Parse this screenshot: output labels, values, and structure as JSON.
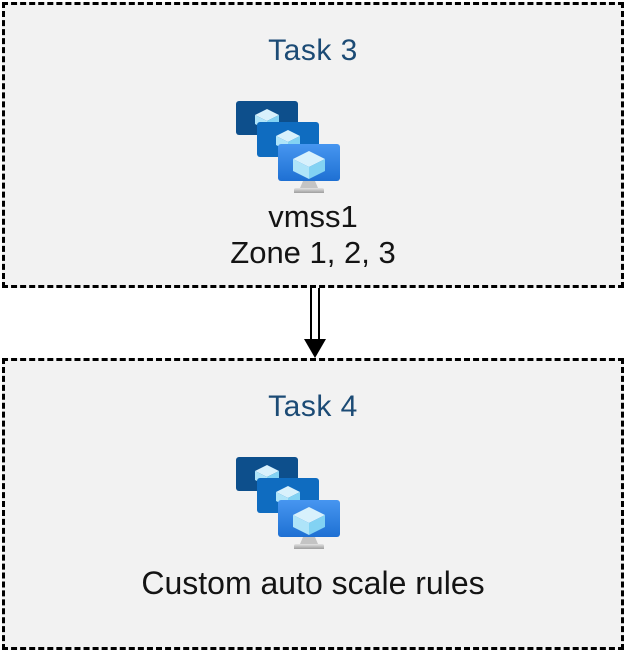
{
  "diagram": {
    "background_color": "#ffffff",
    "box_background_color": "#f2f2f2",
    "box_border_color": "#000000",
    "title_color": "#1c4b75",
    "text_color": "#141414",
    "tasks": [
      {
        "title": "Task 3",
        "icon": "vm-scale-set-icon",
        "lines": [
          "vmss1",
          "Zone 1, 2, 3"
        ]
      },
      {
        "title": "Task 4",
        "icon": "vm-scale-set-icon",
        "lines": [
          "Custom auto scale rules"
        ]
      }
    ],
    "connector": {
      "style": "double-line-arrow",
      "direction": "down",
      "color": "#000000"
    },
    "icon_colors": {
      "monitor_back": "#0d4f8c",
      "monitor_middle": "#0f6cc0",
      "monitor_front_top": "#4796f0",
      "monitor_front_bottom": "#1e70d3",
      "cube_top": "#d8f1fc",
      "cube_left": "#aee4f9",
      "cube_right": "#82d2f3",
      "stand_gray": "#c4c4c4"
    }
  }
}
